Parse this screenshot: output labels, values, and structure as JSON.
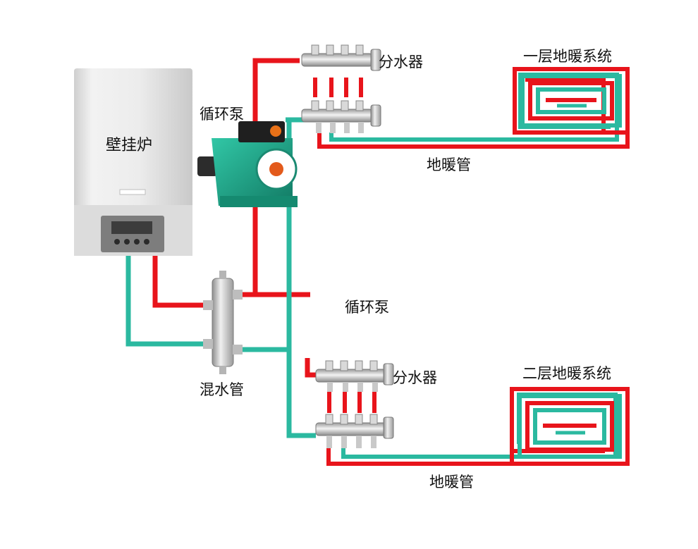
{
  "labels": {
    "boiler": "壁挂炉",
    "pump_top": "循环泵",
    "pump_mid": "循环泵",
    "mixing_pipe": "混水管",
    "manifold_top": "分水器",
    "manifold_bottom": "分水器",
    "floor1_system": "一层地暖系统",
    "floor2_system": "二层地暖系统",
    "floor_pipe_top": "地暖管",
    "floor_pipe_bottom": "地暖管"
  },
  "colors": {
    "supply_pipe": "#e8141b",
    "return_pipe": "#2bb9a0",
    "boiler_body": "#e2e2e2",
    "pump_body": "#1a9e83"
  }
}
